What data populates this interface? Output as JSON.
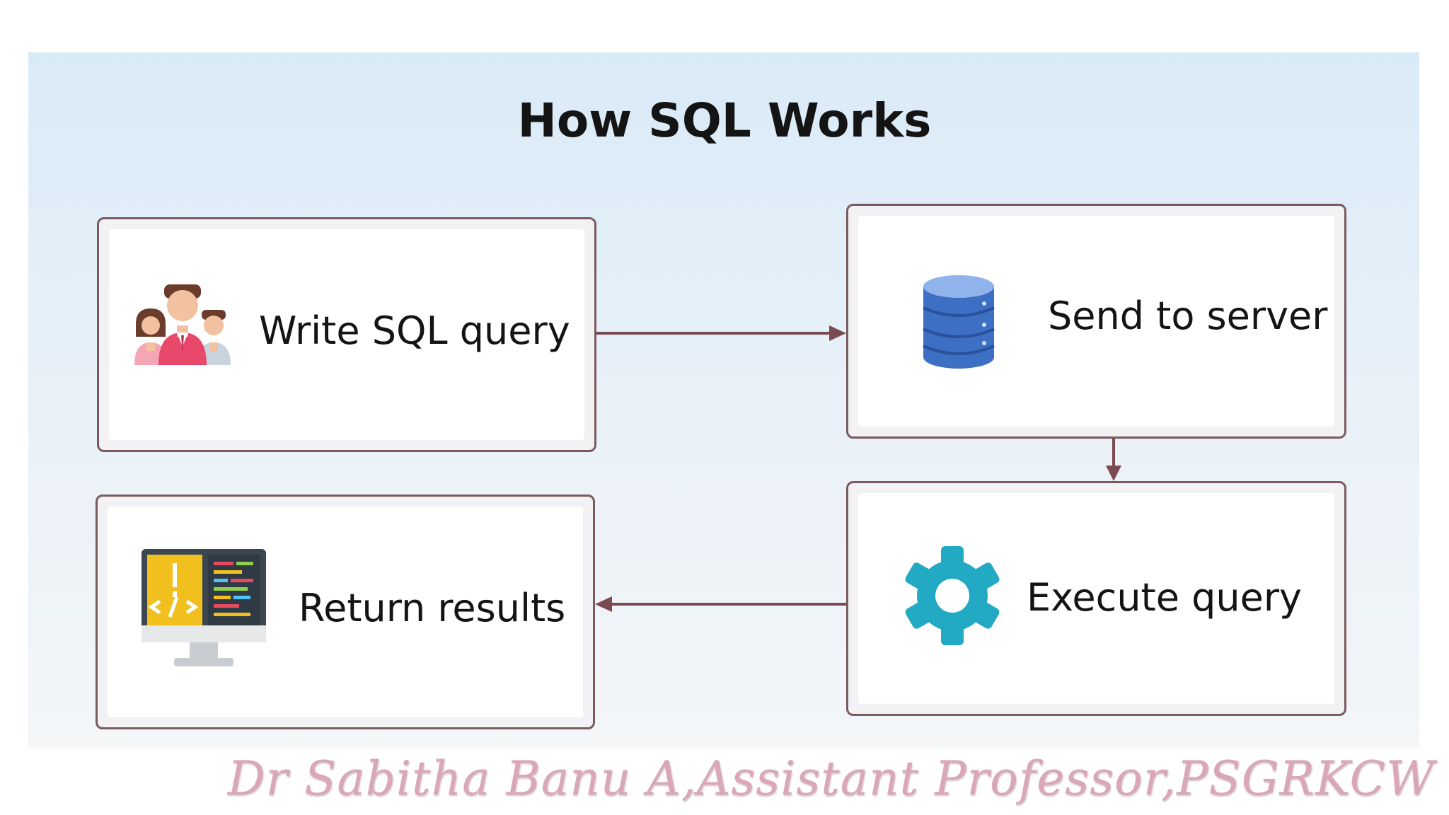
{
  "diagram": {
    "title": "How SQL Works",
    "steps": [
      {
        "label": "Write SQL query",
        "icon": "users-group-icon"
      },
      {
        "label": "Send to server",
        "icon": "database-icon"
      },
      {
        "label": "Execute query",
        "icon": "gear-icon"
      },
      {
        "label": "Return results",
        "icon": "monitor-code-icon"
      }
    ],
    "flow": [
      "Write SQL query",
      "Send to server",
      "Execute query",
      "Return results"
    ]
  },
  "signature": "Dr Sabitha Banu A,Assistant Professor,PSGRKCW",
  "colors": {
    "background_top": "#d9eaf7",
    "card_border": "#7a5a5e",
    "arrow": "#7a4a52",
    "database": "#4a7fd0",
    "gear": "#22a9c4",
    "signature": "#d9a7b7"
  }
}
